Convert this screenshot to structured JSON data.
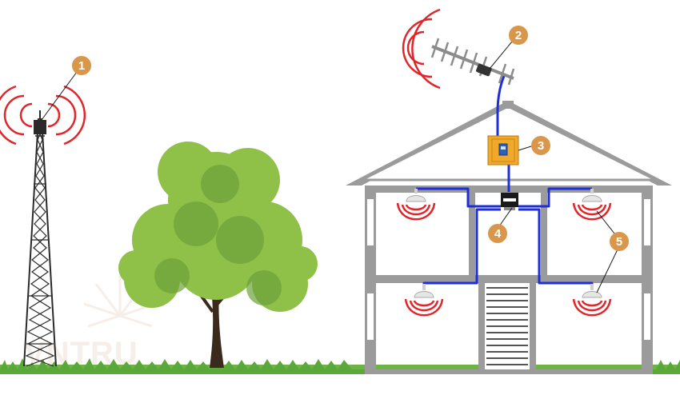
{
  "diagram": {
    "callouts": [
      {
        "label": "1",
        "target": "cell-tower"
      },
      {
        "label": "2",
        "target": "outdoor-yagi-antenna"
      },
      {
        "label": "3",
        "target": "signal-booster"
      },
      {
        "label": "4",
        "target": "splitter"
      },
      {
        "label": "5",
        "target": "indoor-ceiling-antennas"
      }
    ],
    "watermark": "VNTRU",
    "colors": {
      "signal": "#e0262b",
      "cable": "#1f2fd6",
      "badge": "#d8974a",
      "booster": "#f0a92a",
      "wall": "#9b9b9b",
      "tower": "#2a2a2a",
      "grass": "#5aa83a"
    }
  }
}
